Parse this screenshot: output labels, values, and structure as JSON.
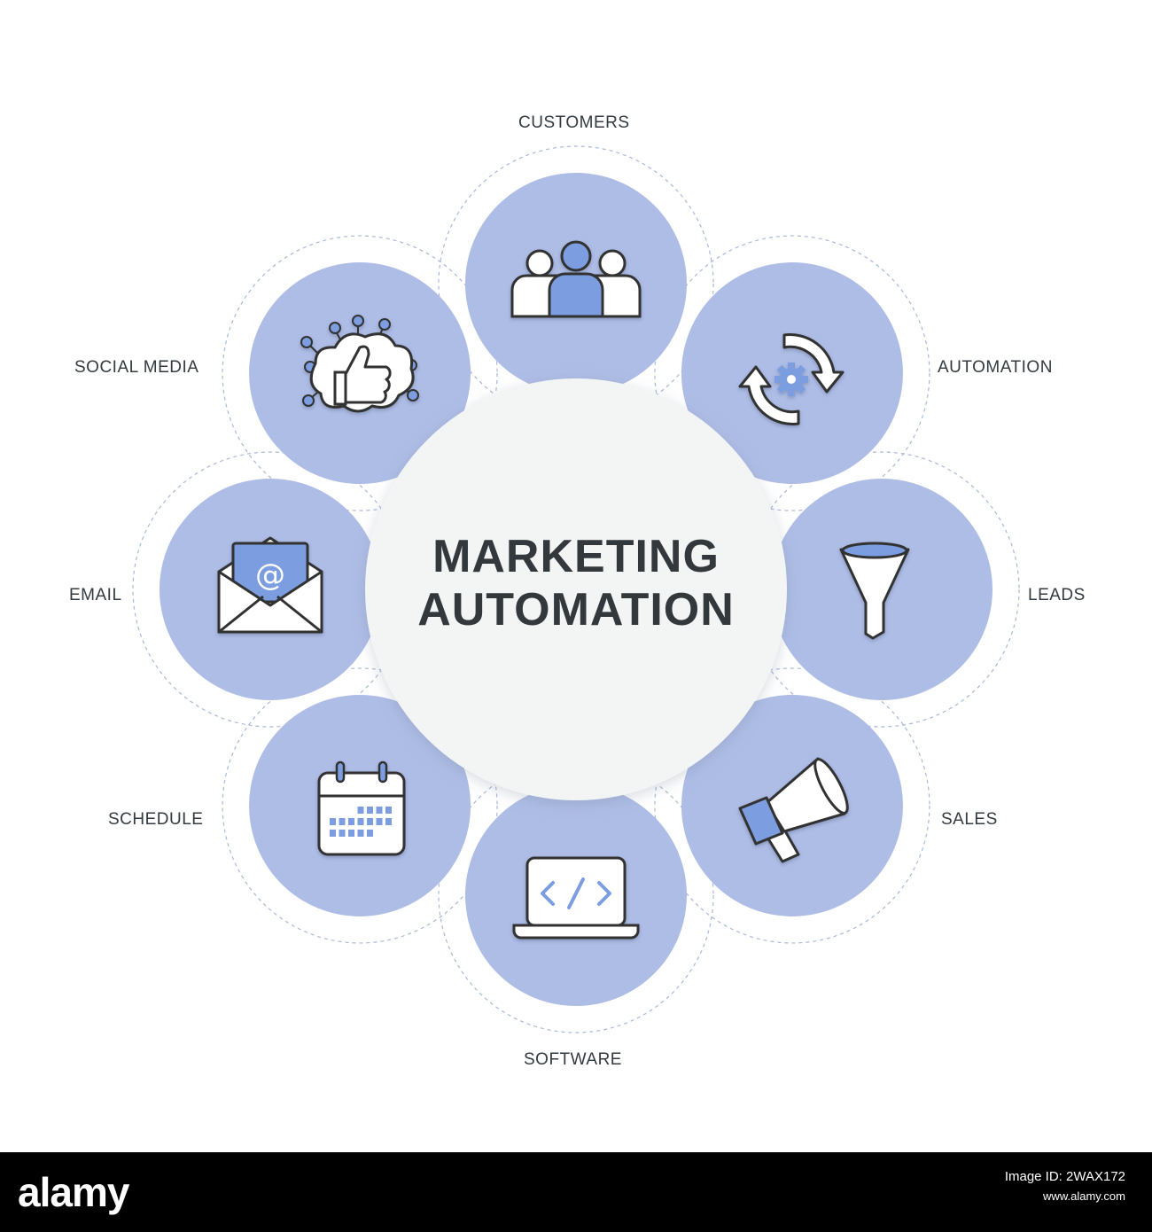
{
  "diagram": {
    "center_title_line1": "MARKETING",
    "center_title_line2": "AUTOMATION",
    "nodes": [
      {
        "label": "CUSTOMERS",
        "icon": "customers-icon"
      },
      {
        "label": "AUTOMATION",
        "icon": "gear-cycle-icon"
      },
      {
        "label": "LEADS",
        "icon": "funnel-icon"
      },
      {
        "label": "SALES",
        "icon": "megaphone-icon"
      },
      {
        "label": "SOFTWARE",
        "icon": "laptop-code-icon"
      },
      {
        "label": "SCHEDULE",
        "icon": "calendar-icon"
      },
      {
        "label": "EMAIL",
        "icon": "email-icon"
      },
      {
        "label": "SOCIAL MEDIA",
        "icon": "social-like-icon"
      }
    ],
    "colors": {
      "node_fill": "#aebde6",
      "center_fill": "#f3f4f4",
      "accent": "#7b9ee0",
      "text": "#333a40"
    }
  },
  "watermark": {
    "logo": "alamy",
    "image_id_label": "Image ID: 2WAX172",
    "site": "www.alamy.com"
  }
}
